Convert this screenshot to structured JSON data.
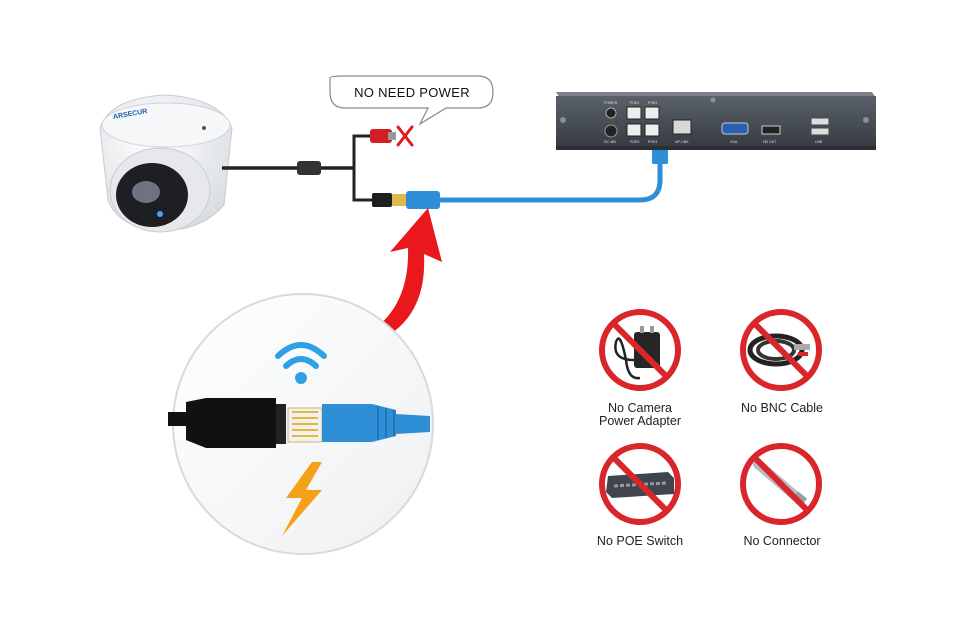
{
  "callout": {
    "text": "NO NEED POWER"
  },
  "camera": {
    "brand": "ARSECUR"
  },
  "nvr": {
    "port_labels": [
      "POWER",
      "POE1",
      "POE2",
      "POE3",
      "POE4",
      "DC 48V",
      "UP LINK",
      "VGA",
      "HD OUT",
      "USB"
    ]
  },
  "crossed_items": [
    {
      "label_lines": [
        "No Camera",
        "Power Adapter"
      ]
    },
    {
      "label_lines": [
        "No BNC Cable"
      ]
    },
    {
      "label_lines": [
        "No POE Switch"
      ]
    },
    {
      "label_lines": [
        "No Connector"
      ]
    }
  ],
  "colors": {
    "prohibition_red": "#d8262b",
    "cable_blue": "#2e8fd6",
    "arrow_red": "#e8181c",
    "bolt_orange": "#f4a019",
    "wifi_blue": "#2f9fe6",
    "nvr_body": "#4a5058"
  }
}
